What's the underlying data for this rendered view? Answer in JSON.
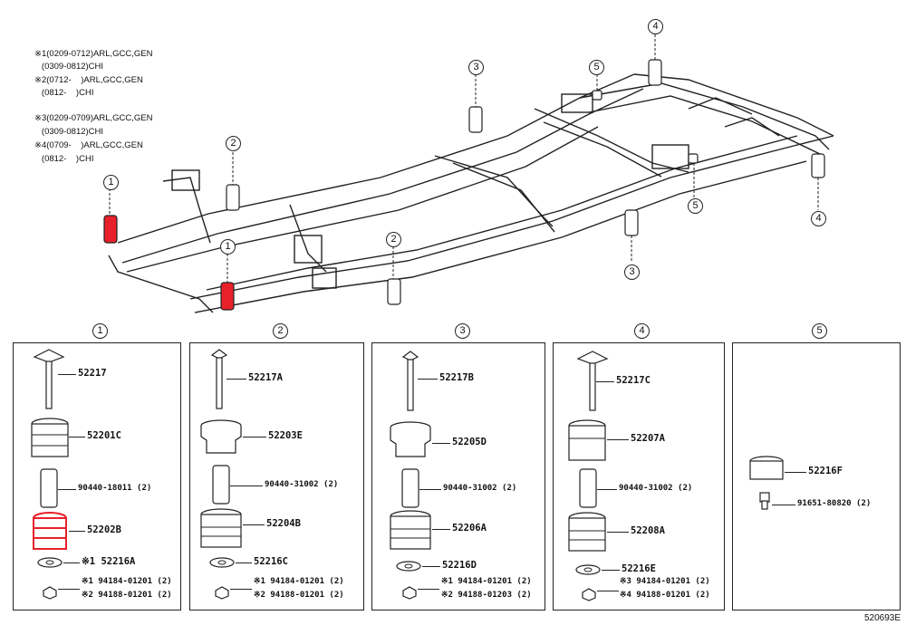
{
  "notes": [
    "※1(0209-0712)ARL,GCC,GEN",
    "   (0309-0812)CHI",
    "※2(0712-    )ARL,GCC,GEN",
    "   (0812-    )CHI",
    "※3(0209-0709)ARL,GCC,GEN",
    "   (0309-0812)CHI",
    "※4(0709-    )ARL,GCC,GEN",
    "   (0812-    )CHI"
  ],
  "frame_callouts": [
    "1",
    "2",
    "3",
    "4",
    "5",
    "1",
    "2",
    "3",
    "4",
    "5"
  ],
  "groups": [
    {
      "id": "1",
      "parts": {
        "bolt": "52217",
        "upper": "52201C",
        "sleeve": "90440-18011 (2)",
        "lower": "52202B",
        "retainer": "※1 52216A",
        "washer": "※1 94184-01201 (2)",
        "nut": "※2 94188-01201 (2)"
      }
    },
    {
      "id": "2",
      "parts": {
        "bolt": "52217A",
        "upper": "52203E",
        "sleeve": "90440-31002 (2)",
        "lower": "52204B",
        "retainer": "52216C",
        "washer": "※1 94184-01201 (2)",
        "nut": "※2 94188-01201 (2)"
      }
    },
    {
      "id": "3",
      "parts": {
        "bolt": "52217B",
        "upper": "52205D",
        "sleeve": "90440-31002 (2)",
        "lower": "52206A",
        "retainer": "52216D",
        "washer": "※1 94184-01201 (2)",
        "nut": "※2 94188-01203 (2)"
      }
    },
    {
      "id": "4",
      "parts": {
        "bolt": "52217C",
        "upper": "52207A",
        "sleeve": "90440-31002 (2)",
        "lower": "52208A",
        "retainer": "52216E",
        "washer": "※3 94184-01201 (2)",
        "nut": "※4 94188-01201 (2)"
      }
    },
    {
      "id": "5",
      "parts": {
        "cushion": "52216F",
        "bolt": "91651-80820 (2)"
      }
    }
  ],
  "figure_code": "520693E",
  "highlight_color": "#e8202a"
}
